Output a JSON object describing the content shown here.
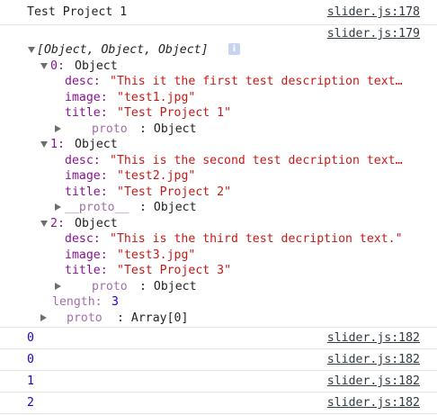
{
  "messages": [
    {
      "text": "Test Project 1",
      "source": "slider.js:178"
    },
    {
      "source": "slider.js:179"
    },
    {
      "text": "0",
      "source": "slider.js:182"
    },
    {
      "text": "0",
      "source": "slider.js:182"
    },
    {
      "text": "1",
      "source": "slider.js:182"
    },
    {
      "text": "2",
      "source": "slider.js:182"
    }
  ],
  "array_summary": "[Object, Object, Object]",
  "info_icon": "i",
  "items": [
    {
      "index_label": "0:",
      "type": "Object",
      "desc_key": "desc:",
      "desc_value": "\"This it the first test description text…",
      "image_key": "image:",
      "image_value": "\"test1.jpg\"",
      "title_key": "title:",
      "title_value": "\"Test Project 1\"",
      "proto_key": "proto",
      "proto_sep": ": Object"
    },
    {
      "index_label": "1:",
      "type": "Object",
      "desc_key": "desc:",
      "desc_value": "\"This is the second test decription text…",
      "image_key": "image:",
      "image_value": "\"test2.jpg\"",
      "title_key": "title:",
      "title_value": "\"Test Project 2\"",
      "proto_key": "__proto__",
      "proto_sep": ": Object"
    },
    {
      "index_label": "2:",
      "type": "Object",
      "desc_key": "desc:",
      "desc_value": "\"This is the third test decription text.\"",
      "image_key": "image:",
      "image_value": "\"test3.jpg\"",
      "title_key": "title:",
      "title_value": "\"Test Project 3\"",
      "proto_key": "proto",
      "proto_sep": ": Object"
    }
  ],
  "length_key": "length:",
  "length_value": "3",
  "array_proto_key": "proto",
  "array_proto_value": ": Array[0]",
  "colors": {
    "key": "#881391",
    "string": "#c41a16",
    "number": "#1c00cf",
    "link": "#303942"
  }
}
